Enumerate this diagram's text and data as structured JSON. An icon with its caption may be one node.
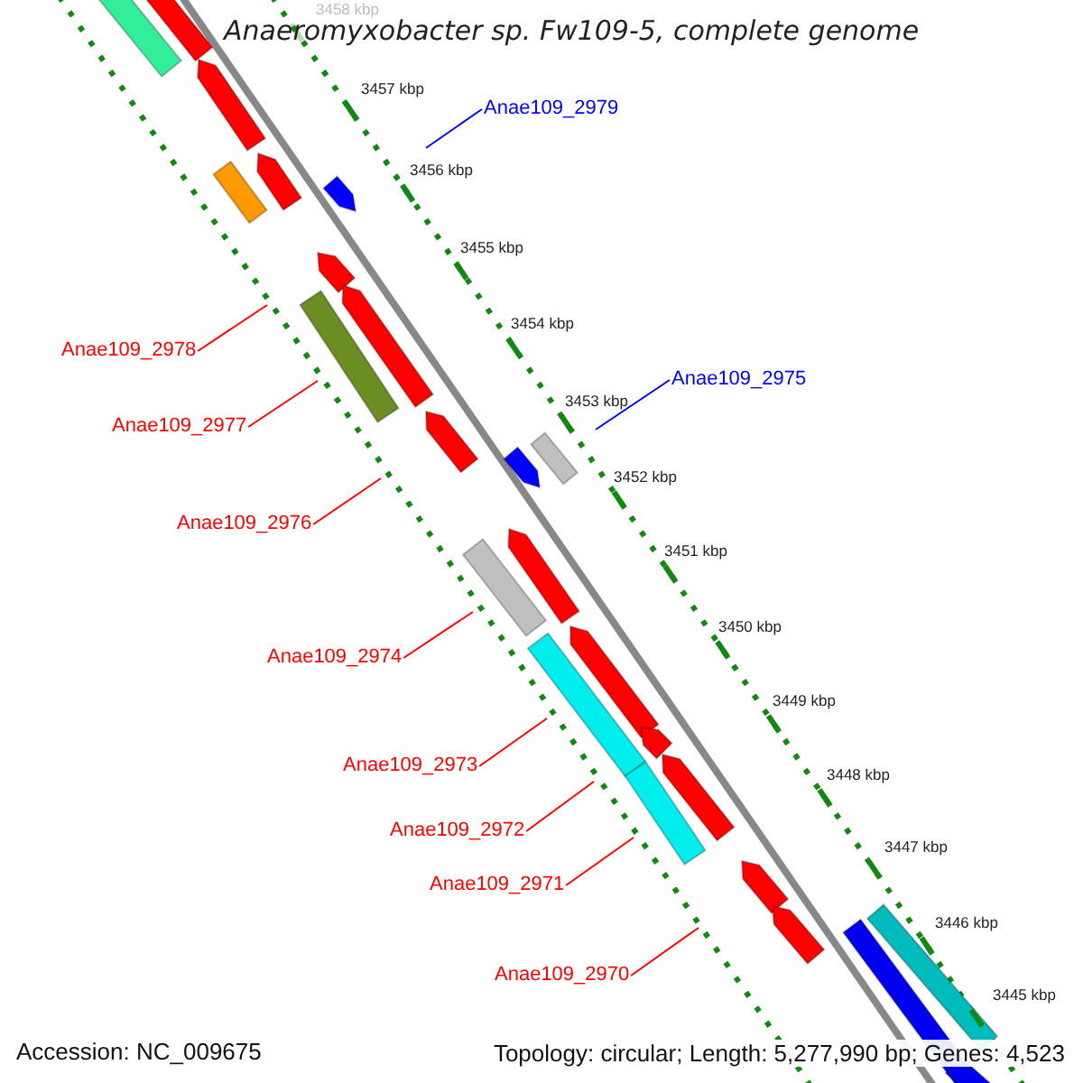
{
  "diagram": {
    "title": "Anaeromyxobacter sp. Fw109-5, complete genome",
    "nodes": [
      {
        "text": [
          "Anae109_2979"
        ]
      },
      {
        "text": [
          "Anae109_2978"
        ]
      },
      {
        "text": [
          "Anae109_2975"
        ]
      },
      {
        "text": [
          "Anae109_2977"
        ]
      },
      {
        "text": [
          "Anae109_2976"
        ]
      },
      {
        "text": [
          "Anae109_2974"
        ]
      },
      {
        "text": [
          "Anae109_2973"
        ]
      },
      {
        "text": [
          "Anae109_2972"
        ]
      },
      {
        "text": [
          "Anae109_2971"
        ]
      },
      {
        "text": [
          "Anae109_2970"
        ]
      }
    ],
    "edges": [
      {
        "from": 0,
        "to": null,
        "arrow": "none",
        "color": "#0000ff"
      },
      {
        "from": 1,
        "to": null,
        "arrow": "none"
      },
      {
        "from": 2,
        "to": null,
        "arrow": "none",
        "color": "#0000ff"
      },
      {
        "from": 3,
        "to": null,
        "arrow": "none"
      },
      {
        "from": 4,
        "to": null,
        "arrow": "none"
      },
      {
        "from": 5,
        "to": null,
        "arrow": "none"
      },
      {
        "from": 6,
        "to": null,
        "arrow": "none"
      },
      {
        "from": 7,
        "to": null,
        "arrow": "none"
      },
      {
        "from": 8,
        "to": null,
        "arrow": "none"
      },
      {
        "from": 9,
        "to": null,
        "arrow": "none"
      }
    ],
    "labels": [
      "3458 kbp",
      "3457 kbp",
      "3456 kbp",
      "3455 kbp",
      "3454 kbp",
      "3453 kbp",
      "3452 kbp",
      "3451 kbp",
      "3450 kbp",
      "3449 kbp",
      "3448 kbp",
      "3447 kbp",
      "3446 kbp",
      "3445 kbp",
      "Accession: NC_009675",
      "Topology: circular; Length: 5,277,990 bp; Genes: 4,523"
    ]
  }
}
